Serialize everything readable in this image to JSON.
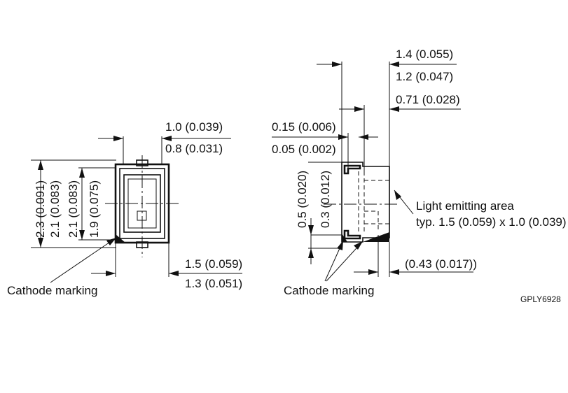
{
  "front_view": {
    "dims": {
      "width_max": "1.0 (0.039)",
      "width_min": "0.8 (0.031)",
      "height_max": "2.3 (0.091)",
      "height_a": "2.1 (0.083)",
      "height_b": "2.1 (0.083)",
      "height_min": "1.9 (0.075)",
      "bottom_max": "1.5 (0.059)",
      "bottom_min": "1.3 (0.051)"
    },
    "cathode_label": "Cathode marking"
  },
  "side_view": {
    "dims": {
      "length_max": "1.4 (0.055)",
      "length_min": "1.2 (0.047)",
      "offset": "0.71 (0.028)",
      "lead_max": "0.15 (0.006)",
      "lead_min": "0.05 (0.002)",
      "height_max": "0.5 (0.020)",
      "height_min": "0.3 (0.012)",
      "gap": "(0.43 (0.017))"
    },
    "emit_label_1": "Light emitting area",
    "emit_label_2": "typ. 1.5 (0.059) x 1.0 (0.039)",
    "cathode_label": "Cathode marking"
  },
  "drawing_code": "GPLY6928"
}
